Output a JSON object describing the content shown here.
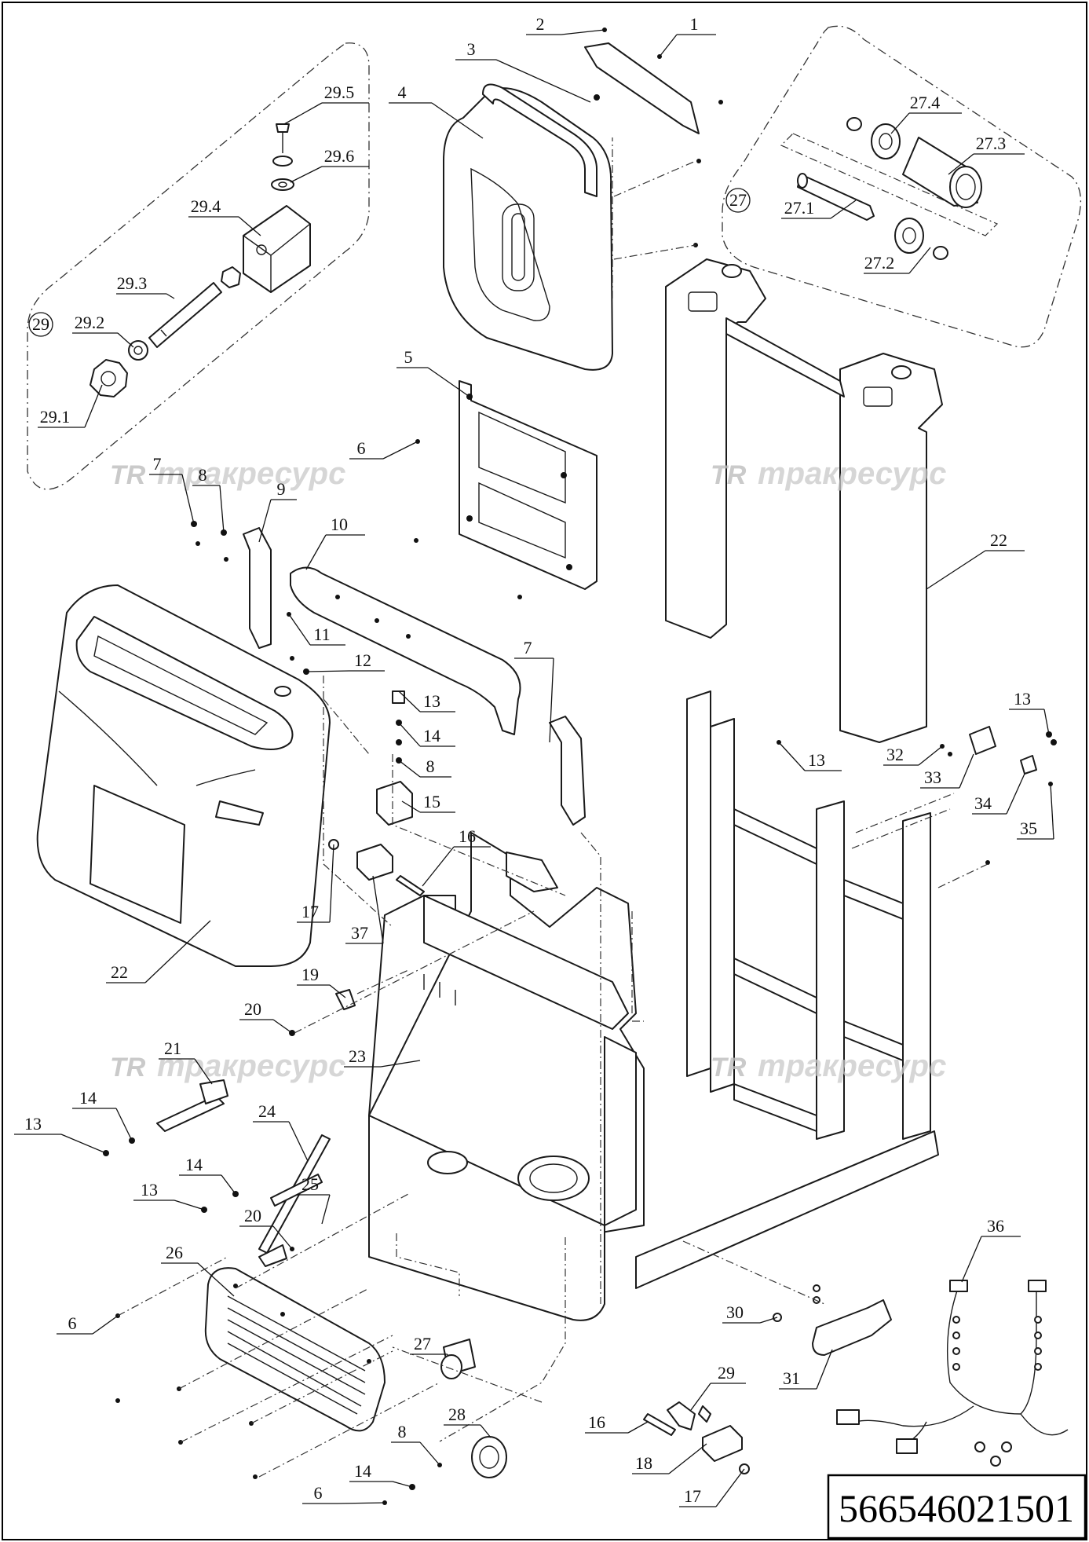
{
  "document_number": "566546021501",
  "watermark": {
    "logo": "TR",
    "text": "тракресурс"
  },
  "callouts": [
    {
      "id": "c1",
      "label": "1"
    },
    {
      "id": "c2",
      "label": "2"
    },
    {
      "id": "c3",
      "label": "3"
    },
    {
      "id": "c4",
      "label": "4"
    },
    {
      "id": "c5",
      "label": "5"
    },
    {
      "id": "c6a",
      "label": "6"
    },
    {
      "id": "c6b",
      "label": "6"
    },
    {
      "id": "c6c",
      "label": "6"
    },
    {
      "id": "c7a",
      "label": "7"
    },
    {
      "id": "c7b",
      "label": "7"
    },
    {
      "id": "c8a",
      "label": "8"
    },
    {
      "id": "c8b",
      "label": "8"
    },
    {
      "id": "c8c",
      "label": "8"
    },
    {
      "id": "c9",
      "label": "9"
    },
    {
      "id": "c10",
      "label": "10"
    },
    {
      "id": "c11",
      "label": "11"
    },
    {
      "id": "c12",
      "label": "12"
    },
    {
      "id": "c13a",
      "label": "13"
    },
    {
      "id": "c13b",
      "label": "13"
    },
    {
      "id": "c13c",
      "label": "13"
    },
    {
      "id": "c13d",
      "label": "13"
    },
    {
      "id": "c13e",
      "label": "13"
    },
    {
      "id": "c14a",
      "label": "14"
    },
    {
      "id": "c14b",
      "label": "14"
    },
    {
      "id": "c14c",
      "label": "14"
    },
    {
      "id": "c14d",
      "label": "14"
    },
    {
      "id": "c15",
      "label": "15"
    },
    {
      "id": "c16a",
      "label": "16"
    },
    {
      "id": "c16b",
      "label": "16"
    },
    {
      "id": "c17a",
      "label": "17"
    },
    {
      "id": "c17b",
      "label": "17"
    },
    {
      "id": "c18",
      "label": "18"
    },
    {
      "id": "c19",
      "label": "19"
    },
    {
      "id": "c20a",
      "label": "20"
    },
    {
      "id": "c20b",
      "label": "20"
    },
    {
      "id": "c21",
      "label": "21"
    },
    {
      "id": "c22a",
      "label": "22"
    },
    {
      "id": "c22b",
      "label": "22"
    },
    {
      "id": "c23",
      "label": "23"
    },
    {
      "id": "c24",
      "label": "24"
    },
    {
      "id": "c25",
      "label": "25"
    },
    {
      "id": "c26",
      "label": "26"
    },
    {
      "id": "c27a",
      "label": "27"
    },
    {
      "id": "c27b",
      "label": "27"
    },
    {
      "id": "c27_1",
      "label": "27.1"
    },
    {
      "id": "c27_2",
      "label": "27.2"
    },
    {
      "id": "c27_3",
      "label": "27.3"
    },
    {
      "id": "c27_4",
      "label": "27.4"
    },
    {
      "id": "c28",
      "label": "28"
    },
    {
      "id": "c29a",
      "label": "29"
    },
    {
      "id": "c29b",
      "label": "29"
    },
    {
      "id": "c29_1",
      "label": "29.1"
    },
    {
      "id": "c29_2",
      "label": "29.2"
    },
    {
      "id": "c29_3",
      "label": "29.3"
    },
    {
      "id": "c29_4",
      "label": "29.4"
    },
    {
      "id": "c29_5",
      "label": "29.5"
    },
    {
      "id": "c29_6",
      "label": "29.6"
    },
    {
      "id": "c30",
      "label": "30"
    },
    {
      "id": "c31",
      "label": "31"
    },
    {
      "id": "c32",
      "label": "32"
    },
    {
      "id": "c33",
      "label": "33"
    },
    {
      "id": "c34",
      "label": "34"
    },
    {
      "id": "c35",
      "label": "35"
    },
    {
      "id": "c36",
      "label": "36"
    },
    {
      "id": "c37",
      "label": "37"
    }
  ]
}
